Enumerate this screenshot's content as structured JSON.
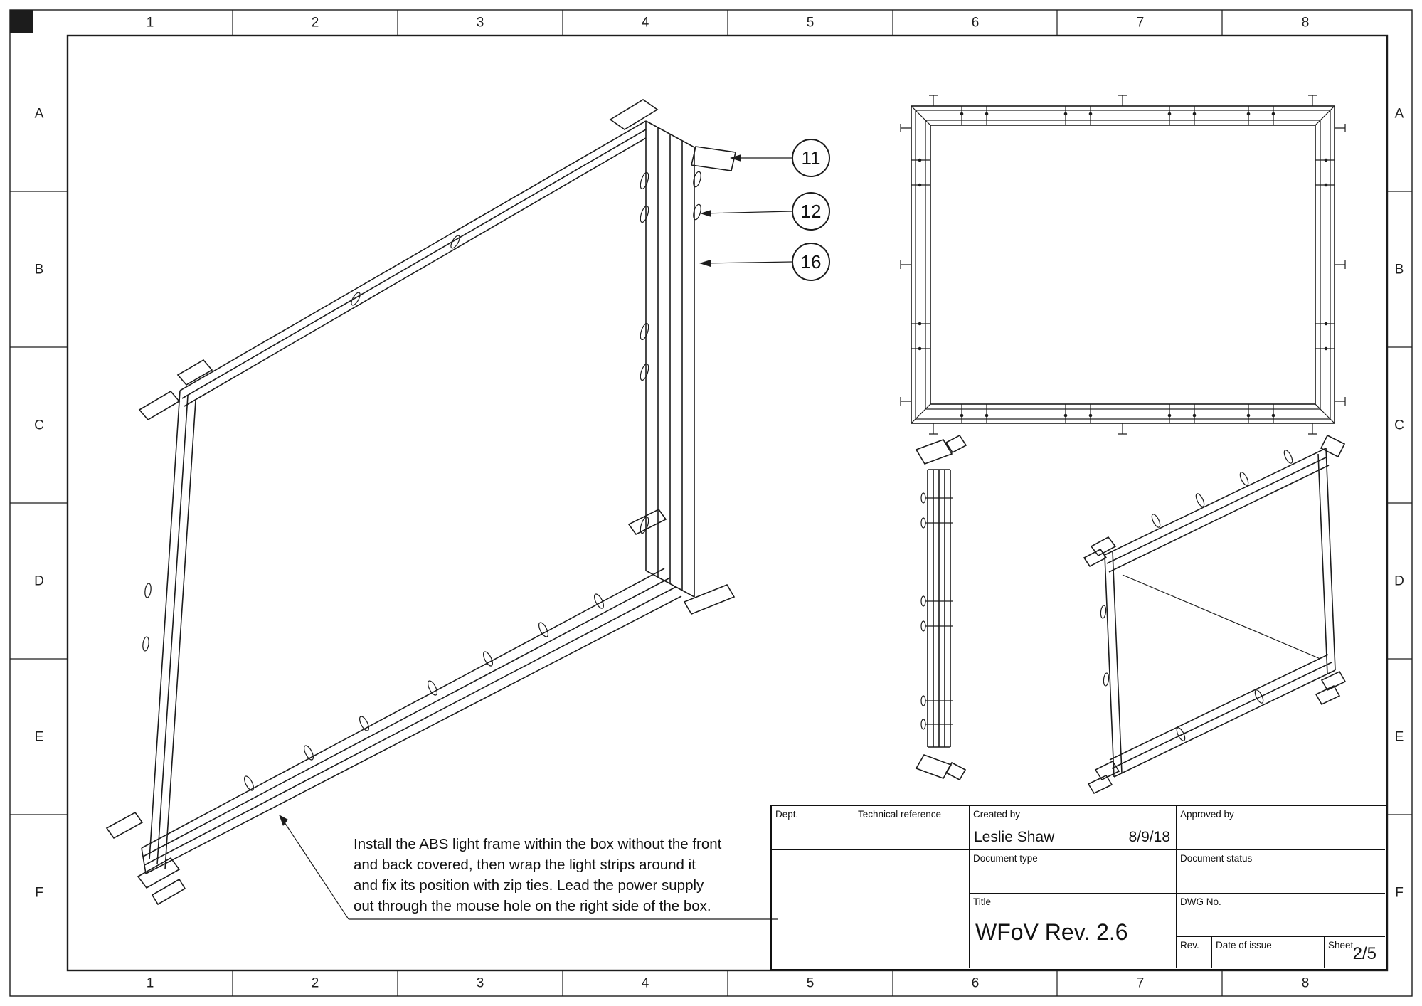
{
  "grid": {
    "columns": [
      "1",
      "2",
      "3",
      "4",
      "5",
      "6",
      "7",
      "8"
    ],
    "rows": [
      "A",
      "B",
      "C",
      "D",
      "E",
      "F"
    ]
  },
  "callouts": [
    "11",
    "12",
    "16"
  ],
  "note": {
    "lines": [
      "Install the ABS light frame within the box without the front",
      "and back covered, then wrap the light strips around it",
      "and fix its position with zip ties. Lead the power supply",
      "out through the mouse hole on the right side of the box."
    ]
  },
  "title_block": {
    "dept_label": "Dept.",
    "technical_reference_label": "Technical reference",
    "created_by_label": "Created by",
    "created_by": "Leslie Shaw",
    "created_date": "8/9/18",
    "approved_by_label": "Approved by",
    "document_type_label": "Document type",
    "document_status_label": "Document status",
    "title_label": "Title",
    "title": "WFoV Rev. 2.6",
    "dwg_no_label": "DWG No.",
    "rev_label": "Rev.",
    "date_of_issue_label": "Date of issue",
    "sheet_label": "Sheet",
    "sheet": "2/5"
  },
  "colors": {
    "line": "#1c1c1c",
    "paper": "#ffffff"
  }
}
